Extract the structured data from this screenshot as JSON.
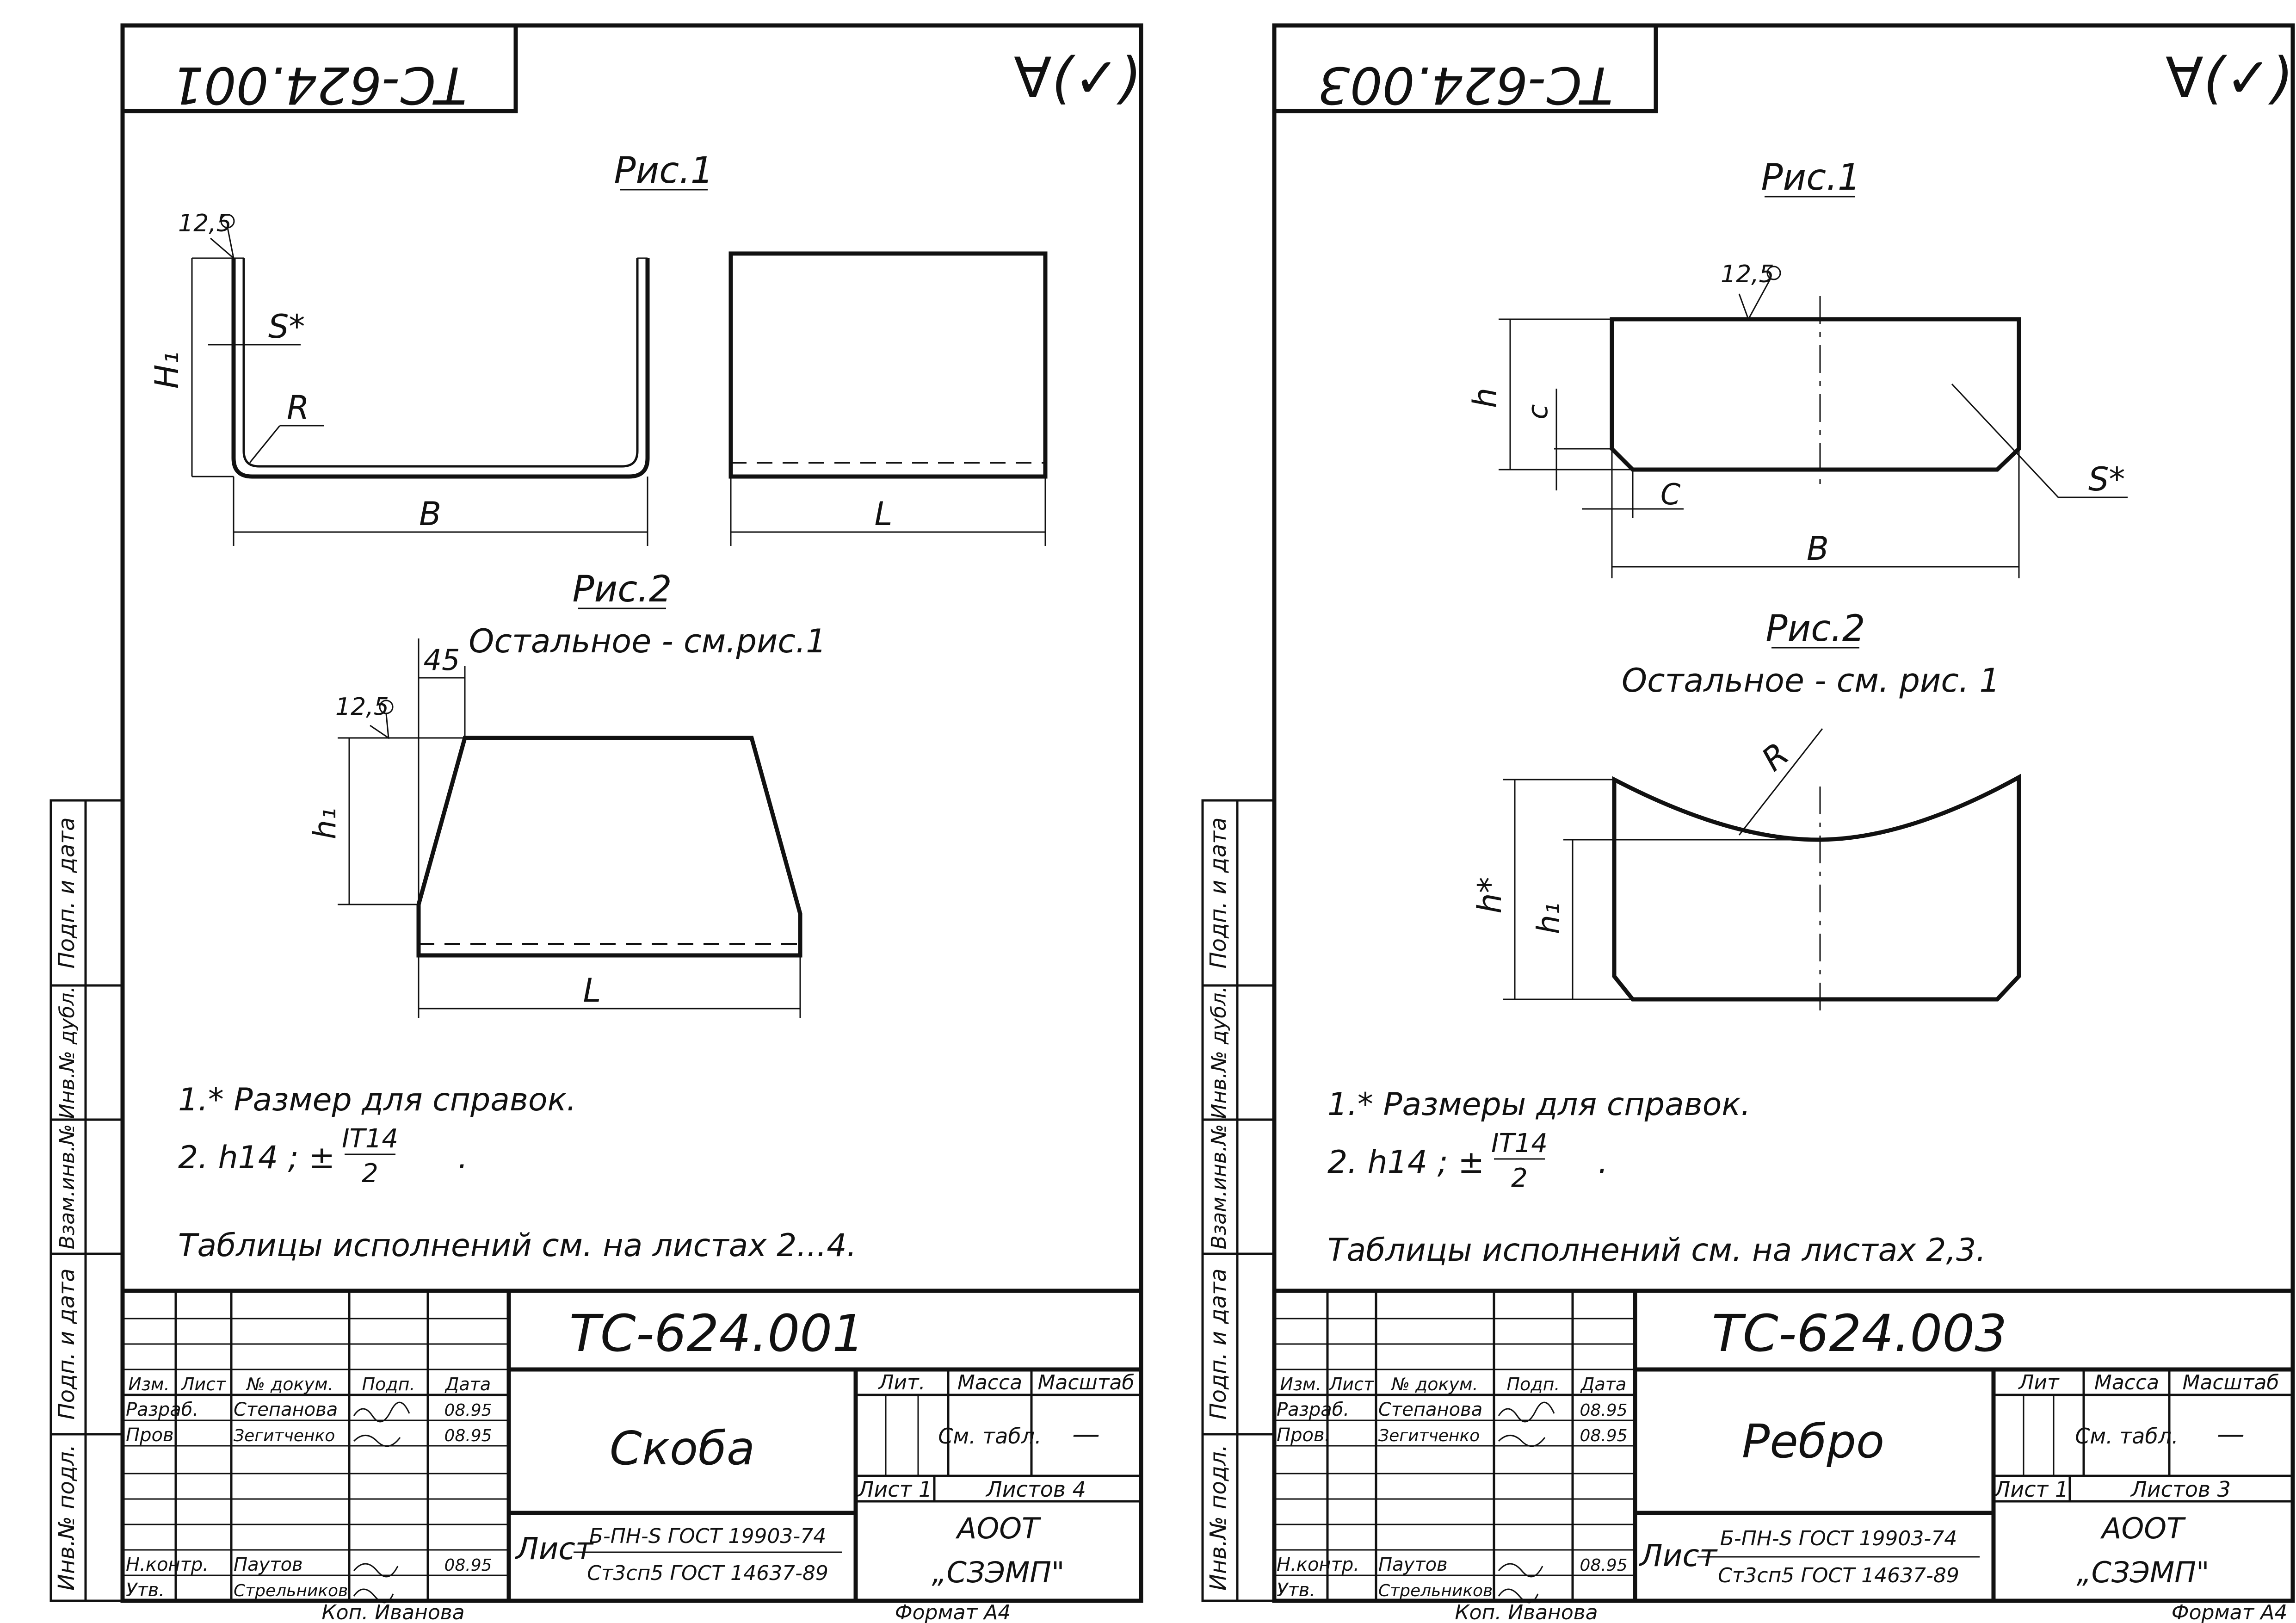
{
  "sheets": [
    {
      "code": "ТС-624.001",
      "roughness_mark": "∀(✓)",
      "fig1": {
        "title": "Рис.1",
        "dims": {
          "h1": "H₁",
          "s": "S*",
          "r": "R",
          "b": "B",
          "l": "L",
          "roughness": "12,5"
        }
      },
      "fig2": {
        "title": "Рис.2",
        "subtitle": "Остальное - см.рис.1",
        "dims": {
          "angle": "45",
          "roughness": "12,5",
          "h1": "h₁",
          "l": "L"
        }
      },
      "notes": [
        "1.* Размер для справок.",
        "2. h14 ;  ±",
        "IT14",
        "2",
        "."
      ],
      "table_note": "Таблицы исполнений см. на листах 2...4.",
      "title_block": {
        "code": "ТС-624.001",
        "name": "Скоба",
        "headers": {
          "izm": "Изм.",
          "list": "Лист",
          "doc": "№ докум.",
          "sign": "Подп.",
          "date": "Дата"
        },
        "rows": [
          {
            "role": "Разраб.",
            "person": "Степанова",
            "date": "08.95"
          },
          {
            "role": "Пров.",
            "person": "Зегитченко",
            "date": "08.95"
          },
          {
            "role": "Н.контр.",
            "person": "Паутов",
            "date": "08.95"
          },
          {
            "role": "Утв.",
            "person": "Стрельников",
            "date": ""
          }
        ],
        "lit": "Лит.",
        "mass": "Масса",
        "scale": "Масштаб",
        "mass_value": "См. табл.",
        "scale_value": "—",
        "sheet": "Лист 1",
        "sheets": "Листов 4",
        "material_label": "Лист",
        "material_top": "Б-ПН-S ГОСТ 19903-74",
        "material_bottom": "Ст3сп5 ГОСТ 14637-89",
        "org_top": "АООТ",
        "org_bottom": "„СЗЭМП\""
      },
      "copied_by": "Коп. Иванова",
      "format": "Формат А4"
    },
    {
      "code": "ТС-624.003",
      "roughness_mark": "∀(✓)",
      "fig1": {
        "title": "Рис.1",
        "dims": {
          "roughness": "12,5",
          "h": "h",
          "c": "c",
          "c2": "C",
          "s": "S*",
          "b": "B"
        }
      },
      "fig2": {
        "title": "Рис.2",
        "subtitle": "Остальное - см. рис. 1",
        "dims": {
          "r": "R",
          "h": "h*",
          "h1": "h₁"
        }
      },
      "notes": [
        "1.* Размеры для справок.",
        "2. h14 ;  ±",
        "IT14",
        "2",
        "."
      ],
      "table_note": "Таблицы исполнений см. на листах 2,3.",
      "title_block": {
        "code": "ТС-624.003",
        "name": "Ребро",
        "headers": {
          "izm": "Изм.",
          "list": "Лист",
          "doc": "№ докум.",
          "sign": "Подп.",
          "date": "Дата"
        },
        "rows": [
          {
            "role": "Разраб.",
            "person": "Степанова",
            "date": "08.95"
          },
          {
            "role": "Пров.",
            "person": "Зегитченко",
            "date": "08.95"
          },
          {
            "role": "Н.контр.",
            "person": "Паутов",
            "date": "08.95"
          },
          {
            "role": "Утв.",
            "person": "Стрельников",
            "date": ""
          }
        ],
        "lit": "Лит",
        "mass": "Масса",
        "scale": "Масштаб",
        "mass_value": "См. табл.",
        "scale_value": "—",
        "sheet": "Лист 1",
        "sheets": "Листов 3",
        "material_label": "Лист",
        "material_top": "Б-ПН-S ГОСТ 19903-74",
        "material_bottom": "Ст3сп5 ГОСТ 14637-89",
        "org_top": "АООТ",
        "org_bottom": "„СЗЭМП\""
      },
      "copied_by": "Коп. Иванова",
      "format": "Формат А4"
    }
  ],
  "side_stamp": [
    "Инв.№ подл.",
    "Подп. и дата",
    "Взам.инв.№",
    "Инв.№ дубл.",
    "Подп. и дата"
  ]
}
